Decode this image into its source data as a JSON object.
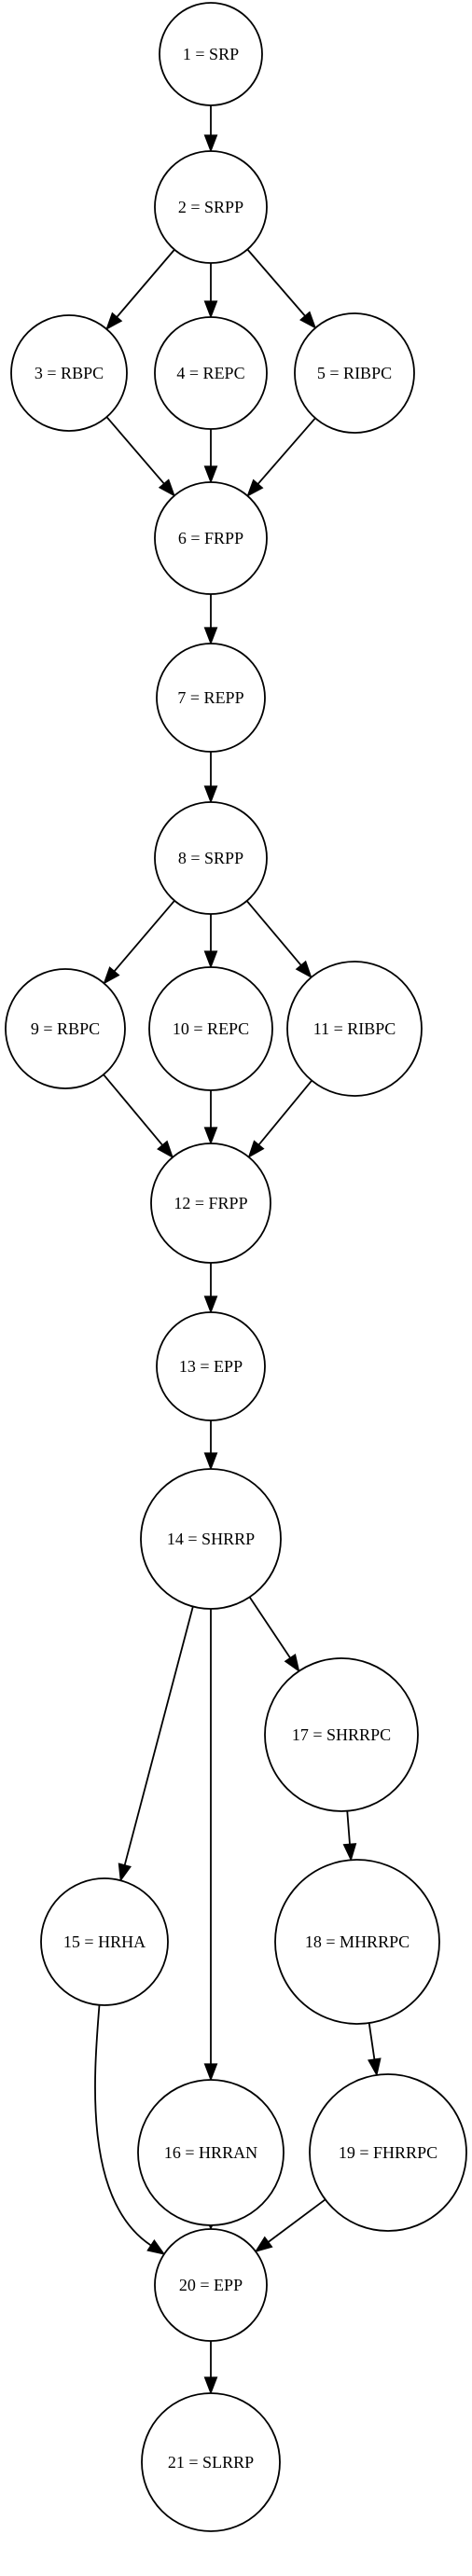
{
  "diagram": {
    "nodes": [
      {
        "id": "n1",
        "label": "1 = SRP"
      },
      {
        "id": "n2",
        "label": "2 = SRPP"
      },
      {
        "id": "n3",
        "label": "3 = RBPC"
      },
      {
        "id": "n4",
        "label": "4 = REPC"
      },
      {
        "id": "n5",
        "label": "5 = RIBPC"
      },
      {
        "id": "n6",
        "label": "6 = FRPP"
      },
      {
        "id": "n7",
        "label": "7 = REPP"
      },
      {
        "id": "n8",
        "label": "8 = SRPP"
      },
      {
        "id": "n9",
        "label": "9 = RBPC"
      },
      {
        "id": "n10",
        "label": "10 = REPC"
      },
      {
        "id": "n11",
        "label": "11 = RIBPC"
      },
      {
        "id": "n12",
        "label": "12 = FRPP"
      },
      {
        "id": "n13",
        "label": "13 = EPP"
      },
      {
        "id": "n14",
        "label": "14 = SHRRP"
      },
      {
        "id": "n15",
        "label": "15 = HRHA"
      },
      {
        "id": "n16",
        "label": "16 = HRRAN"
      },
      {
        "id": "n17",
        "label": "17 = SHRRPC"
      },
      {
        "id": "n18",
        "label": "18 = MHRRPC"
      },
      {
        "id": "n19",
        "label": "19 = FHRRPC"
      },
      {
        "id": "n20",
        "label": "20 = EPP"
      },
      {
        "id": "n21",
        "label": "21 = SLRRP"
      }
    ],
    "edges": [
      {
        "from": "n1",
        "to": "n2"
      },
      {
        "from": "n2",
        "to": "n3"
      },
      {
        "from": "n2",
        "to": "n4"
      },
      {
        "from": "n2",
        "to": "n5"
      },
      {
        "from": "n3",
        "to": "n6"
      },
      {
        "from": "n4",
        "to": "n6"
      },
      {
        "from": "n5",
        "to": "n6"
      },
      {
        "from": "n6",
        "to": "n7"
      },
      {
        "from": "n7",
        "to": "n8"
      },
      {
        "from": "n8",
        "to": "n9"
      },
      {
        "from": "n8",
        "to": "n10"
      },
      {
        "from": "n8",
        "to": "n11"
      },
      {
        "from": "n9",
        "to": "n12"
      },
      {
        "from": "n10",
        "to": "n12"
      },
      {
        "from": "n11",
        "to": "n12"
      },
      {
        "from": "n12",
        "to": "n13"
      },
      {
        "from": "n13",
        "to": "n14"
      },
      {
        "from": "n14",
        "to": "n15"
      },
      {
        "from": "n14",
        "to": "n16"
      },
      {
        "from": "n14",
        "to": "n17"
      },
      {
        "from": "n17",
        "to": "n18"
      },
      {
        "from": "n18",
        "to": "n19"
      },
      {
        "from": "n15",
        "to": "n20"
      },
      {
        "from": "n16",
        "to": "n20"
      },
      {
        "from": "n19",
        "to": "n20"
      },
      {
        "from": "n20",
        "to": "n21"
      }
    ]
  }
}
